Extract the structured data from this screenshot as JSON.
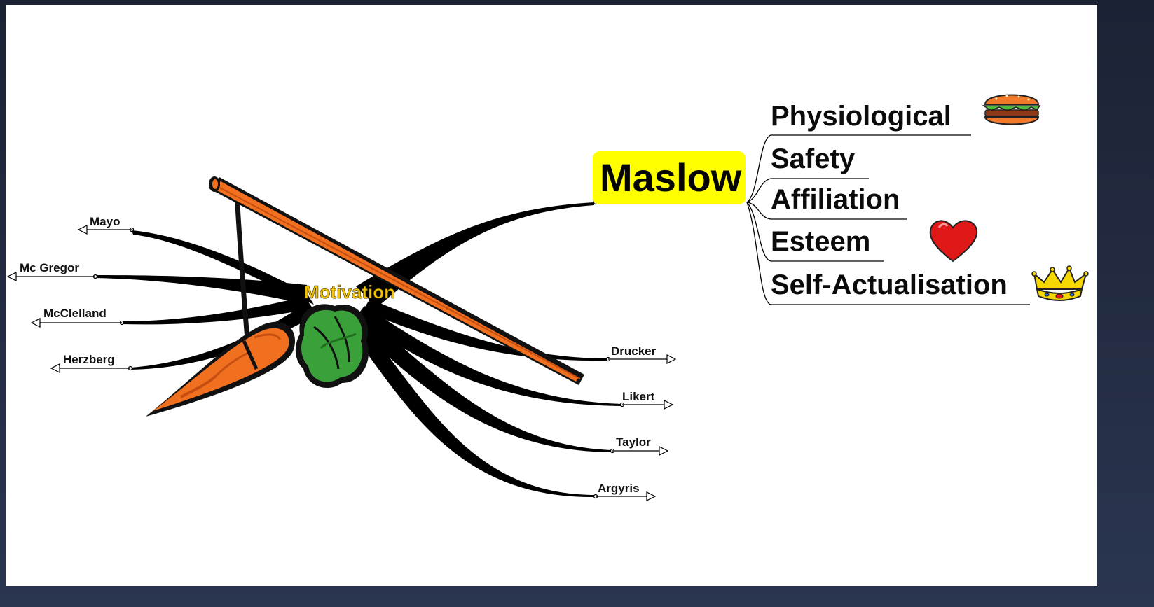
{
  "central_topic": "Motivation",
  "left_branches": [
    "Mayo",
    "Mc Gregor",
    "McClelland",
    "Herzberg"
  ],
  "right_branches": [
    "Drucker",
    "Likert",
    "Taylor",
    "Argyris"
  ],
  "maslow": {
    "label": "Maslow",
    "highlight_color": "#ffff00",
    "needs": [
      "Physiological",
      "Safety",
      "Affiliation",
      "Esteem",
      "Self-Actualisation"
    ]
  },
  "icons": [
    "carrot-on-stick-icon",
    "burger-icon",
    "heart-icon",
    "crown-icon"
  ],
  "colors": {
    "central_text": "#f5c400",
    "carrot": "#f07020",
    "leaf": "#3aa13a",
    "branch": "#000000"
  }
}
